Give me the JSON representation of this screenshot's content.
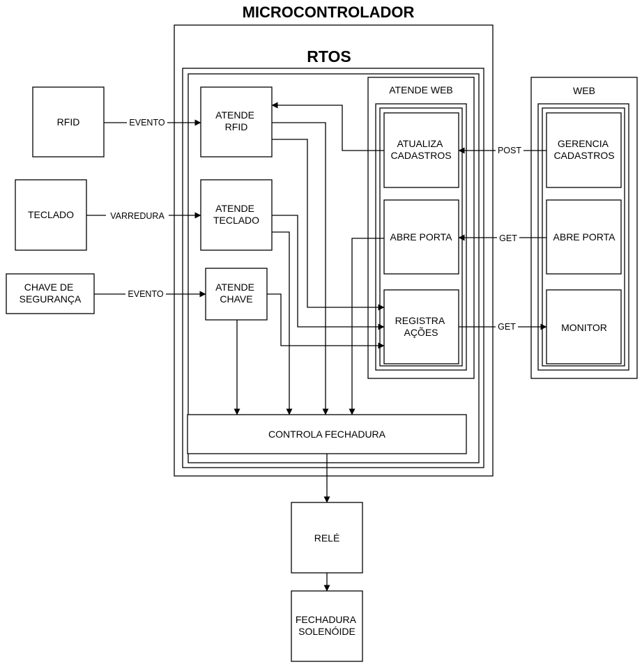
{
  "titles": {
    "microcontroller": "MICROCONTROLADOR",
    "rtos": "RTOS",
    "atende_web": "ATENDE WEB",
    "web": "WEB"
  },
  "inputs": {
    "rfid": "RFID",
    "teclado": "TECLADO",
    "chave": [
      "CHAVE DE",
      "SEGURANÇA"
    ]
  },
  "tasks": {
    "atende_rfid": [
      "ATENDE",
      "RFID"
    ],
    "atende_teclado": [
      "ATENDE",
      "TECLADO"
    ],
    "atende_chave": [
      "ATENDE",
      "CHAVE"
    ],
    "controla_fechadura": "CONTROLA FECHADURA"
  },
  "web_tasks": {
    "atualiza_cadastros": [
      "ATUALIZA",
      "CADASTROS"
    ],
    "abre_porta": "ABRE PORTA",
    "registra_acoes": [
      "REGISTRA",
      "AÇÕES"
    ]
  },
  "web_pages": {
    "gerencia_cadastros": [
      "GERENCIA",
      "CADASTROS"
    ],
    "abre_porta": "ABRE PORTA",
    "monitor": "MONITOR"
  },
  "outputs": {
    "rele": "RELÉ",
    "fechadura": [
      "FECHADURA",
      "SOLENÓIDE"
    ]
  },
  "edge_labels": {
    "rfid_evento": "EVENTO",
    "teclado_varredura": "VARREDURA",
    "chave_evento": "EVENTO",
    "post": "POST",
    "get_abre": "GET",
    "get_monitor": "GET"
  }
}
